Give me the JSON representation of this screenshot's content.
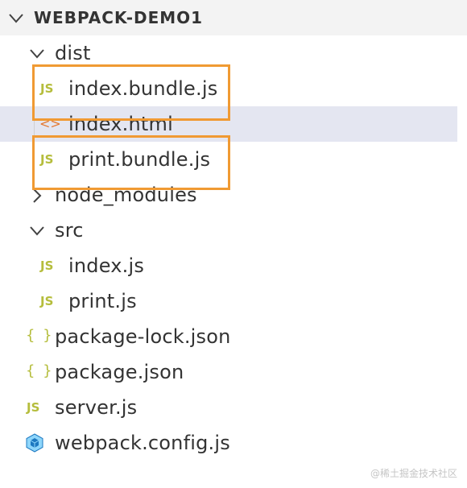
{
  "explorer": {
    "title": "WEBPACK-DEMO1",
    "tree": {
      "dist": {
        "label": "dist",
        "children": [
          {
            "label": "index.bundle.js",
            "icon": "JS"
          },
          {
            "label": "index.html",
            "icon": "<>"
          },
          {
            "label": "print.bundle.js",
            "icon": "JS"
          }
        ]
      },
      "node_modules": {
        "label": "node_modules"
      },
      "src": {
        "label": "src",
        "children": [
          {
            "label": "index.js",
            "icon": "JS"
          },
          {
            "label": "print.js",
            "icon": "JS"
          }
        ]
      },
      "root_files": [
        {
          "label": "package-lock.json",
          "icon": "{ }"
        },
        {
          "label": "package.json",
          "icon": "{ }"
        },
        {
          "label": "server.js",
          "icon": "JS"
        },
        {
          "label": "webpack.config.js",
          "icon": "webpack-cube-icon"
        }
      ]
    },
    "selected_item": "index.html"
  },
  "watermark": "@稀土掘金技术社区",
  "colors": {
    "js_icon": "#b5bd3c",
    "html_icon": "#e37933",
    "webpack_icon": "#4b9fd8",
    "highlight": "#f09a33",
    "selected_row": "#e4e6f1",
    "header_bg": "#f3f3f3"
  }
}
